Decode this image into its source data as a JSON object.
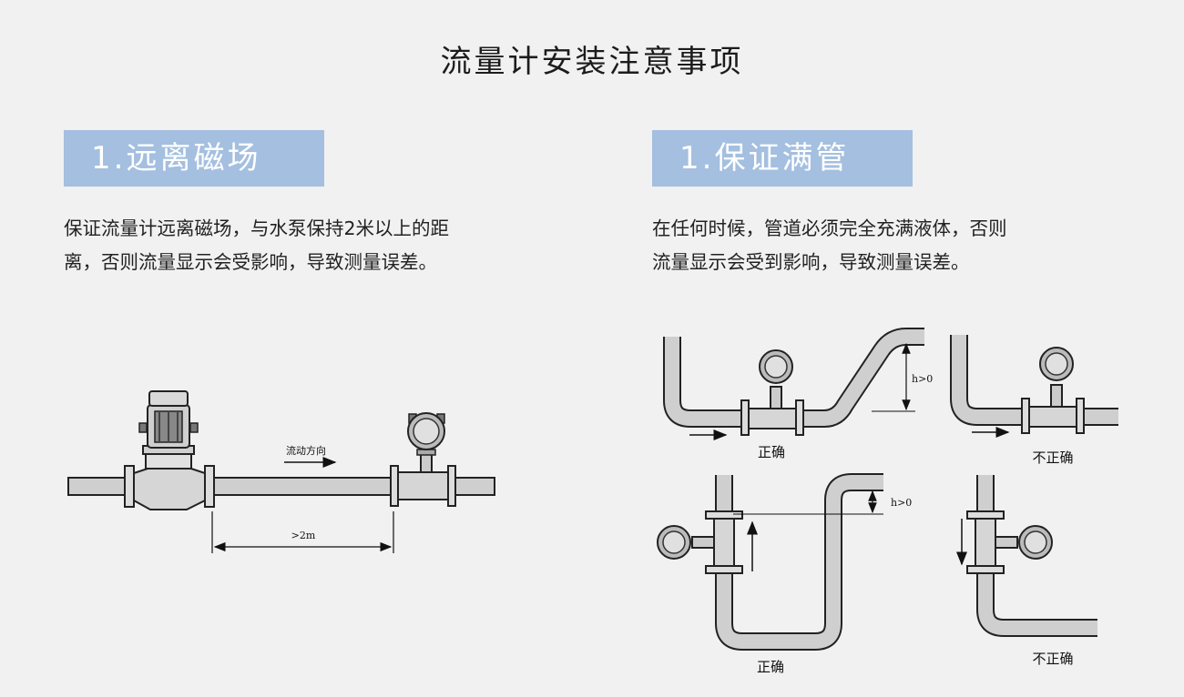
{
  "title": "流量计安装注意事项",
  "left": {
    "header": "1.远离磁场",
    "description_line1": "保证流量计远离磁场，与水泵保持2米以上的距",
    "description_line2": "离，否则流量显示会受影响，导致测量误差。",
    "flow_label": "流动方向",
    "distance_label": ">2m"
  },
  "right": {
    "header": "1.保证满管",
    "description_line1": "在任何时候，管道必须完全充满液体，否则",
    "description_line2": "流量显示会受到影响，导致测量误差。",
    "height_label": "h>0",
    "height_label_2": "h>0",
    "correct_label_1": "正确",
    "incorrect_label_1": "不正确",
    "correct_label_2": "正确",
    "incorrect_label_2": "不正确"
  }
}
